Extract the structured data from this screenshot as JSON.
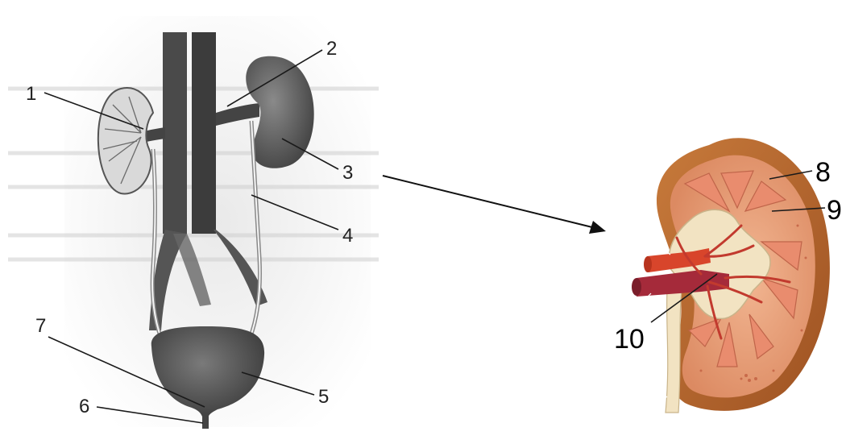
{
  "left_figure": {
    "labels": [
      "1",
      "2",
      "3",
      "4",
      "5",
      "6",
      "7"
    ]
  },
  "right_figure": {
    "labels": [
      "8",
      "9",
      "10"
    ]
  },
  "colors": {
    "organ_dark": "#5a5a5a",
    "organ_light": "#bdbdbd",
    "kidney_capsule": "#b4652c",
    "kidney_cortex": "#e8a07a",
    "artery": "#d8452b",
    "vein": "#a52a3a",
    "pelvis": "#f2e3c2"
  }
}
